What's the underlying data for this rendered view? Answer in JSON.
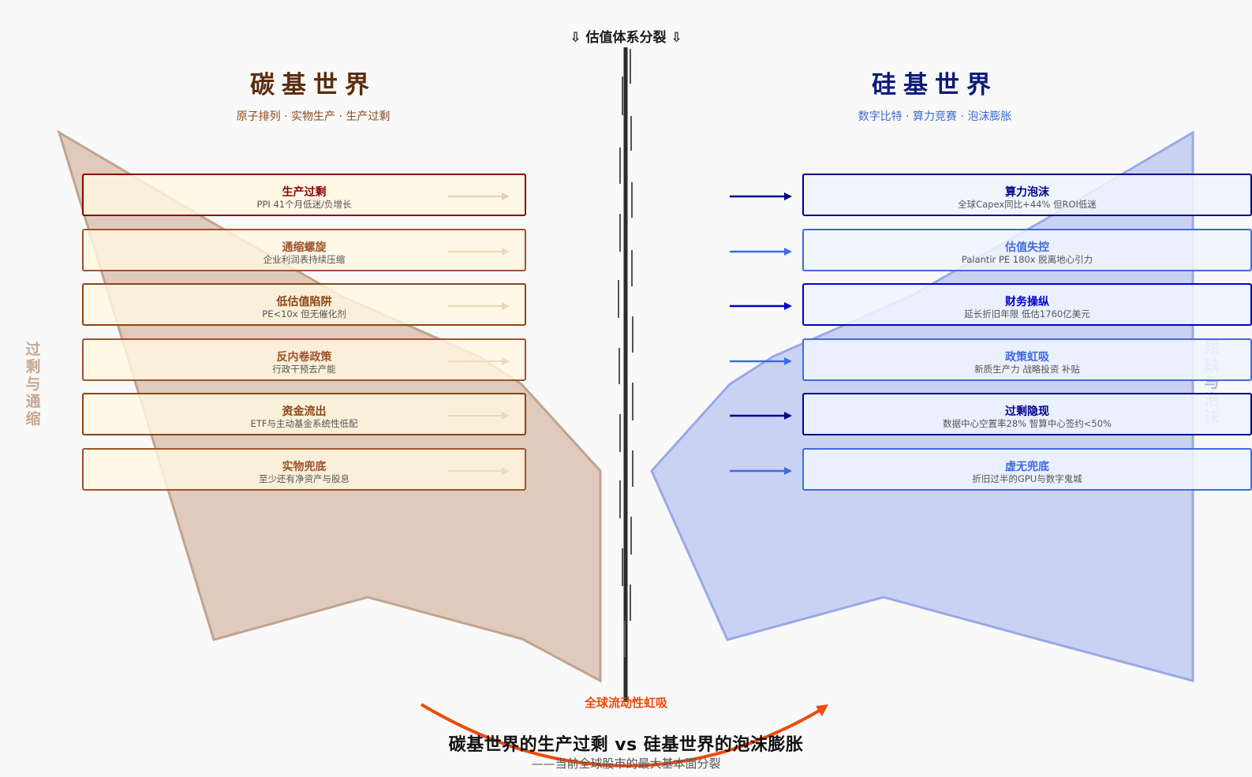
{
  "divider_label": "⇩ 估值体系分裂 ⇩",
  "carbon": {
    "title": "碳基世界",
    "subtitle": "原子排列 · 实物生产 · 生产过剩",
    "side_label": "过剩与通缩",
    "border_color": "#8a4a1c",
    "text_color": "#8a4a1c",
    "items": [
      {
        "title": "生产过剩",
        "desc": "PPI 41个月低迷/负增长",
        "color": "#8b0000"
      },
      {
        "title": "通缩螺旋",
        "desc": "企业利润表持续压缩",
        "color": "#a0522d"
      },
      {
        "title": "低估值陷阱",
        "desc": "PE<10x 但无催化剂",
        "color": "#8b4513"
      },
      {
        "title": "反内卷政策",
        "desc": "行政干预去产能",
        "color": "#a0522d"
      },
      {
        "title": "资金流出",
        "desc": "ETF与主动基金系统性低配",
        "color": "#8b4513"
      },
      {
        "title": "实物兜底",
        "desc": "至少还有净资产与股息",
        "color": "#a0522d"
      }
    ]
  },
  "silicon": {
    "title": "硅基世界",
    "subtitle": "数字比特 · 算力竞赛 · 泡沫膨胀",
    "side_label": "短缺与泡沫",
    "items": [
      {
        "title": "算力泡沫",
        "desc": "全球Capex同比+44% 但ROI低迷",
        "color": "#00008b"
      },
      {
        "title": "估值失控",
        "desc": "Palantir PE 180x 脱离地心引力",
        "color": "#4169e1"
      },
      {
        "title": "财务操纵",
        "desc": "延长折旧年限 低估1760亿美元",
        "color": "#0000cd"
      },
      {
        "title": "政策虹吸",
        "desc": "新质生产力 战略投资 补贴",
        "color": "#4169e1"
      },
      {
        "title": "过剩隐现",
        "desc": "数据中心空置率28% 智算中心签约<50%",
        "color": "#00008b"
      },
      {
        "title": "虚无兜底",
        "desc": "折旧过半的GPU与数字鬼城",
        "color": "#4169e1"
      }
    ]
  },
  "flow_label": "全球流动性虹吸",
  "main_title": "碳基世界的生产过剩  vs  硅基世界的泡沫膨胀",
  "main_subtitle": "——当前全球股市的最大基本面分裂",
  "colors": {
    "carbon_fill": "#d3b19a",
    "silicon_fill": "#aab8f0",
    "divider": "#2b2b2b",
    "flow_arrow": "#f04a0c"
  }
}
